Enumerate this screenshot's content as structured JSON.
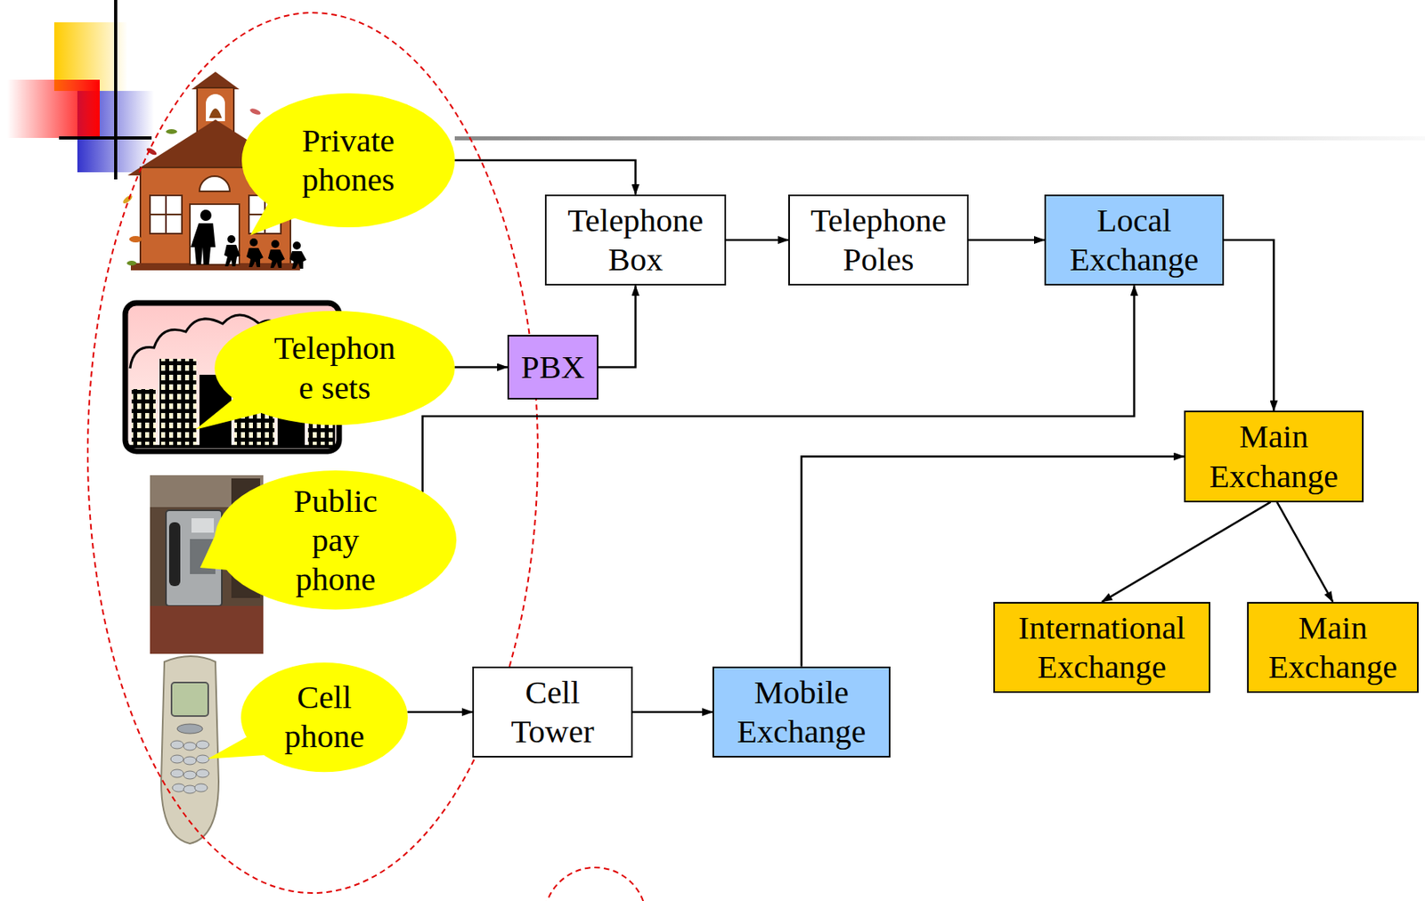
{
  "diagram": {
    "nodes": [
      {
        "text": [
          "Private phones"
        ]
      },
      {
        "text": [
          "Telephone Box"
        ]
      },
      {
        "text": [
          "Telephone Poles"
        ]
      },
      {
        "text": [
          "Local Exchange"
        ]
      },
      {
        "text": [
          "Telephon e sets"
        ]
      },
      {
        "text": [
          "PBX"
        ]
      },
      {
        "text": [
          "Main Exchange"
        ]
      },
      {
        "text": [
          "Public pay phone"
        ]
      },
      {
        "text": [
          "International Exchange"
        ]
      },
      {
        "text": [
          "Main Exchange"
        ]
      },
      {
        "text": [
          "Cell phone"
        ]
      },
      {
        "text": [
          "Cell Tower"
        ]
      },
      {
        "text": [
          "Mobile Exchange"
        ]
      }
    ],
    "edges": [
      {
        "from": 0,
        "to": 1,
        "arrow": "to"
      },
      {
        "from": 4,
        "to": 5,
        "arrow": "to"
      },
      {
        "from": 5,
        "to": 1,
        "arrow": "to"
      },
      {
        "from": 1,
        "to": 2,
        "arrow": "to"
      },
      {
        "from": 2,
        "to": 3,
        "arrow": "to"
      },
      {
        "from": 7,
        "to": 3,
        "arrow": "to"
      },
      {
        "from": 3,
        "to": 6,
        "arrow": "to"
      },
      {
        "from": 10,
        "to": 11,
        "arrow": "to"
      },
      {
        "from": 11,
        "to": 12,
        "arrow": "to"
      },
      {
        "from": 12,
        "to": 6,
        "arrow": "to"
      },
      {
        "from": 6,
        "to": 8,
        "arrow": "to"
      },
      {
        "from": 6,
        "to": 9,
        "arrow": "to"
      }
    ]
  }
}
